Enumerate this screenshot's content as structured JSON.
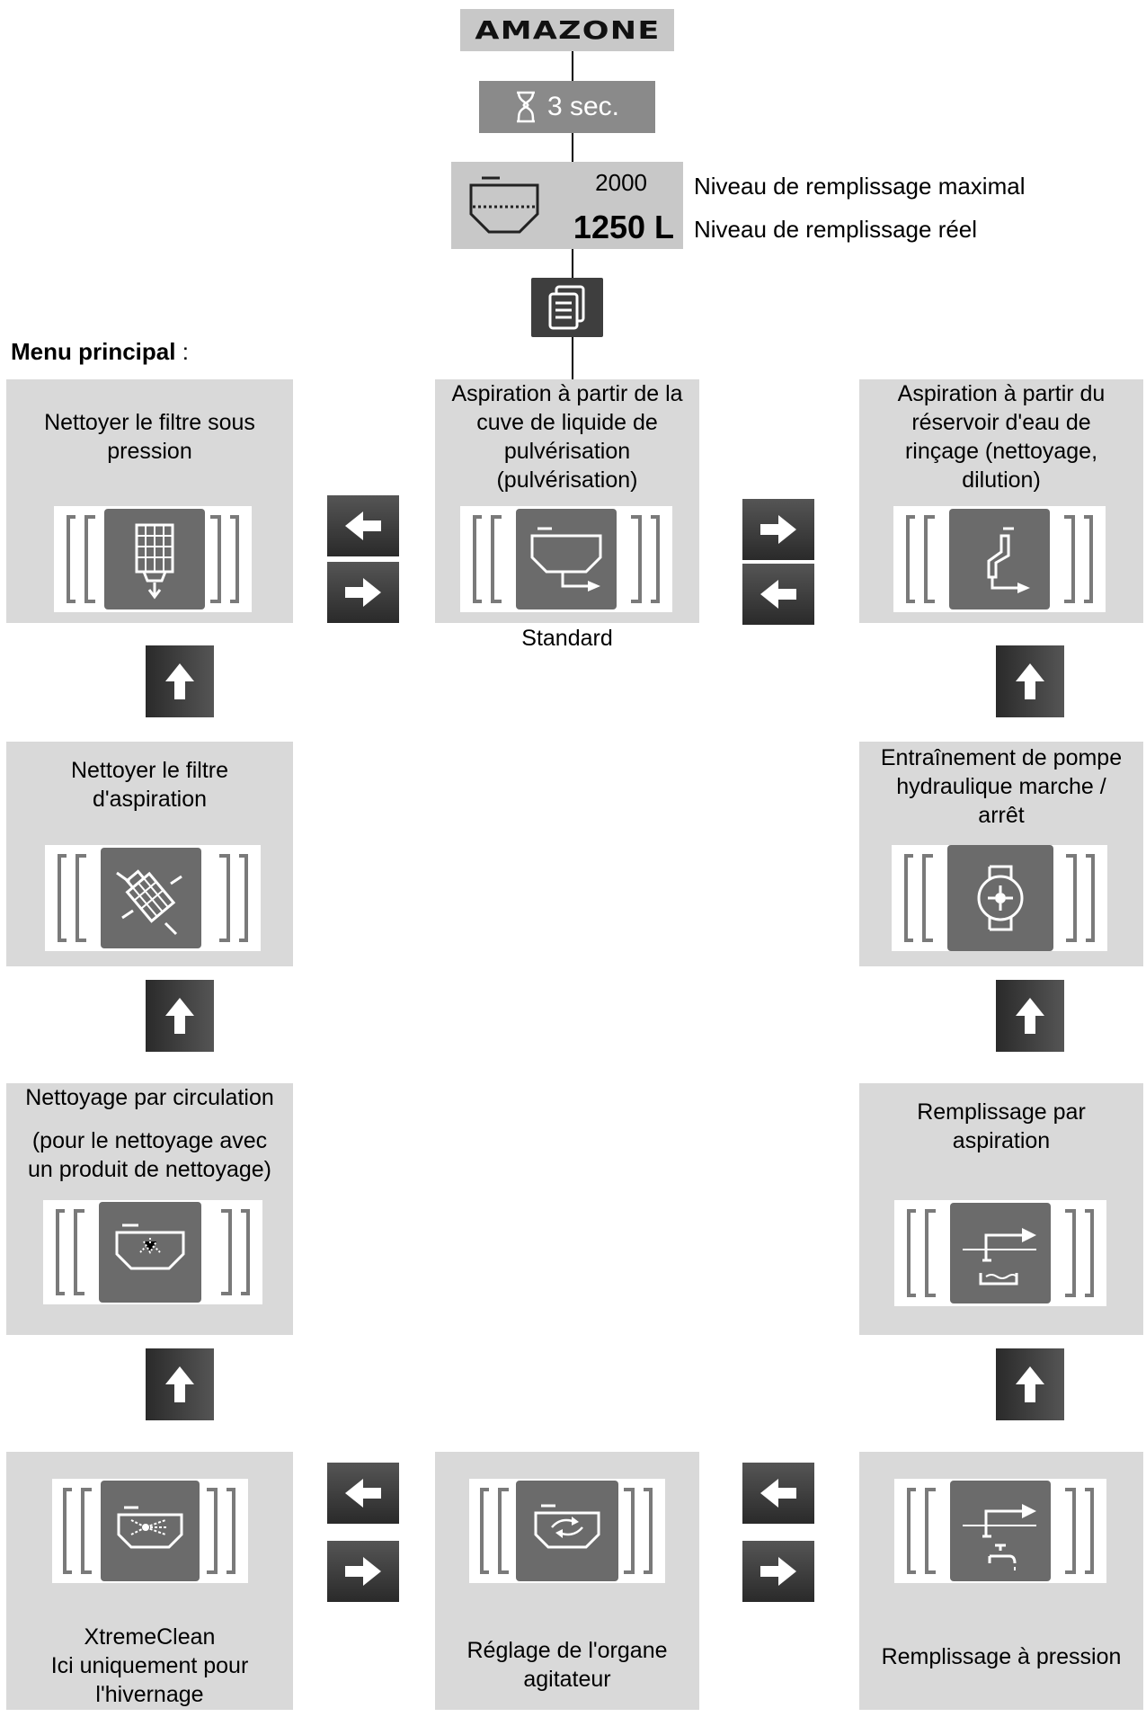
{
  "header": {
    "logo": "AMAZONE",
    "timer": "3 sec.",
    "tank_max": "2000",
    "tank_real": "1250 L",
    "label_max": "Niveau de remplissage maximal",
    "label_real": "Niveau de remplissage réel"
  },
  "menu": {
    "title_bold": "Menu principal",
    "title_rest": " :"
  },
  "boxes": {
    "filter_pressure": [
      "Nettoyer le filtre sous",
      "pression"
    ],
    "aspiration_spray": [
      "Aspiration à partir de la",
      "cuve de liquide de",
      "pulvérisation",
      "(pulvérisation)"
    ],
    "aspiration_rinse": [
      "Aspiration à partir du",
      "réservoir d'eau de",
      "rinçage (nettoyage,",
      "dilution)"
    ],
    "filter_suction": [
      "Nettoyer le filtre",
      "d'aspiration"
    ],
    "pump_drive": [
      "Entraînement de pompe",
      "hydraulique marche /",
      "arrêt"
    ],
    "circulation": [
      "Nettoyage par circulation"
    ],
    "circulation_sub": [
      "(pour le nettoyage avec",
      "un produit de nettoyage)"
    ],
    "suction_fill": [
      "Remplissage par",
      "aspiration"
    ]
  },
  "captions": {
    "standard": "Standard",
    "xtreme": [
      "XtremeClean",
      "Ici uniquement pour",
      "l'hivernage"
    ],
    "agitator": [
      "Réglage de l'organe",
      "agitateur"
    ],
    "pressure_fill": "Remplissage à pression"
  }
}
